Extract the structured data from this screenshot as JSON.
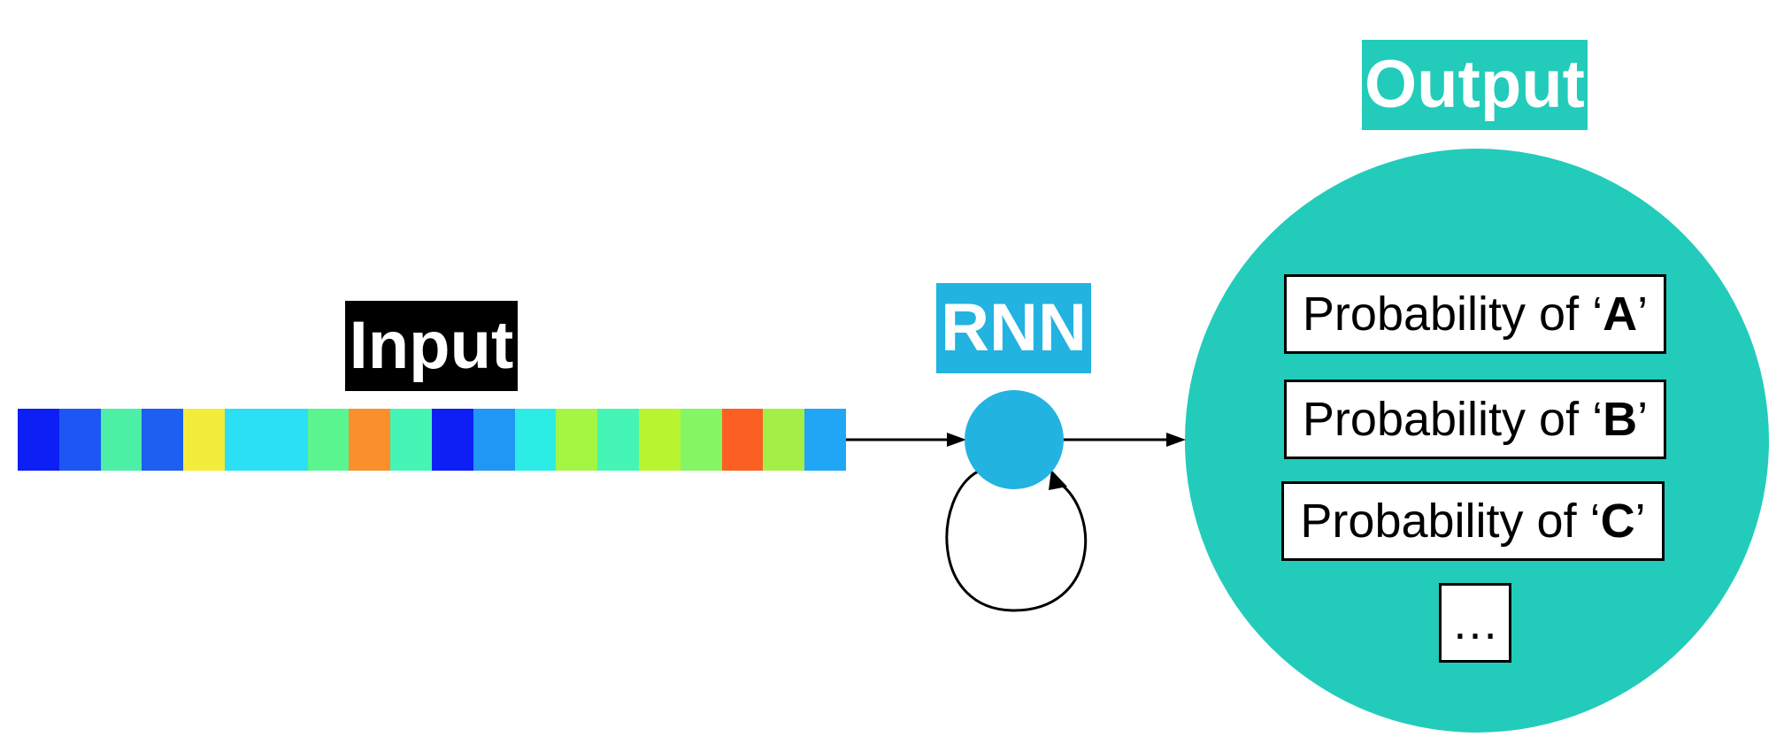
{
  "diagram": {
    "input_label": "Input",
    "rnn_label": "RNN",
    "output_label": "Output",
    "input_sequence_colors": [
      "#0D1FF5",
      "#1E56F5",
      "#4DEEA5",
      "#1E5EF0",
      "#F4EC3A",
      "#2BE0F5",
      "#2BE0F5",
      "#5BF590",
      "#FA902B",
      "#45F5B5",
      "#0D1FF5",
      "#2096F5",
      "#2BEDE5",
      "#A5F545",
      "#45F5B5",
      "#B8F530",
      "#85F565",
      "#FC5F22",
      "#A5EE48",
      "#20A6F5"
    ],
    "colors": {
      "rnn": "#22B3E1",
      "output": "#23CBBA",
      "input_tag": "#000000"
    },
    "outputs": [
      {
        "prefix": "Probability of ‘",
        "letter": "A",
        "suffix": "’"
      },
      {
        "prefix": "Probability of ‘",
        "letter": "B",
        "suffix": "’"
      },
      {
        "prefix": "Probability of ‘",
        "letter": "C",
        "suffix": "’"
      }
    ],
    "more_label": "…"
  }
}
